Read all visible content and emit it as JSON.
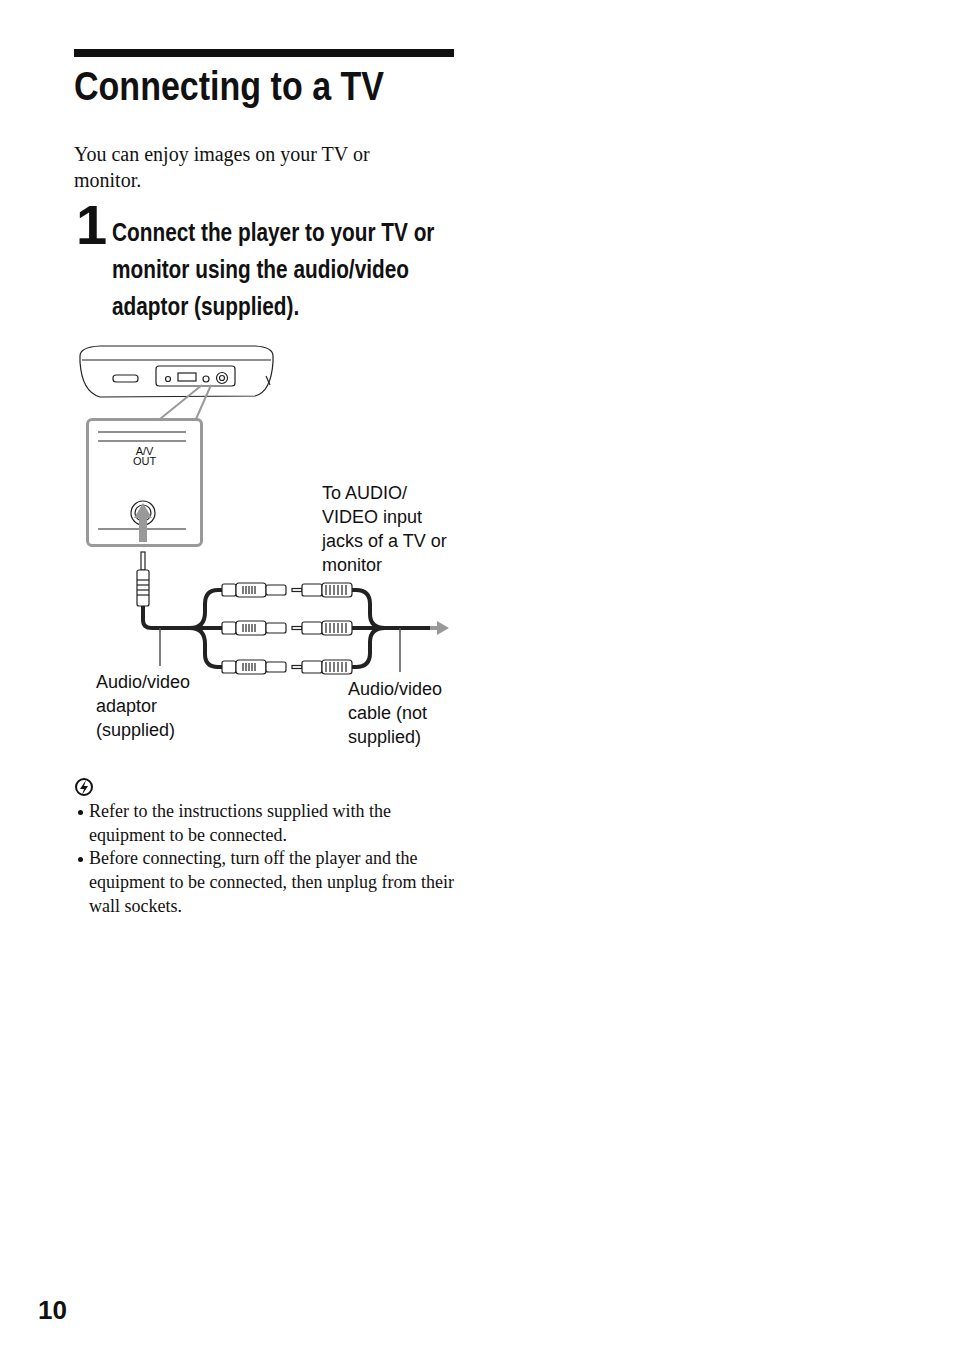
{
  "diagram": {
    "title": "Connecting to a TV",
    "nodes": [
      {
        "text": [
          "A/V OUT"
        ]
      }
    ],
    "labels": [
      "You can enjoy images on your TV or monitor.",
      "1",
      "Connect the player to your TV or monitor using the audio/video adaptor (supplied).",
      "To AUDIO/ VIDEO input jacks of a TV or monitor",
      "Audio/video adaptor (supplied)",
      "Audio/video cable (not supplied)",
      "Refer to the instructions supplied with the equipment to be connected.",
      "Before connecting, turn off the player and the equipment to be connected, then unplug from their wall sockets.",
      "10"
    ]
  }
}
